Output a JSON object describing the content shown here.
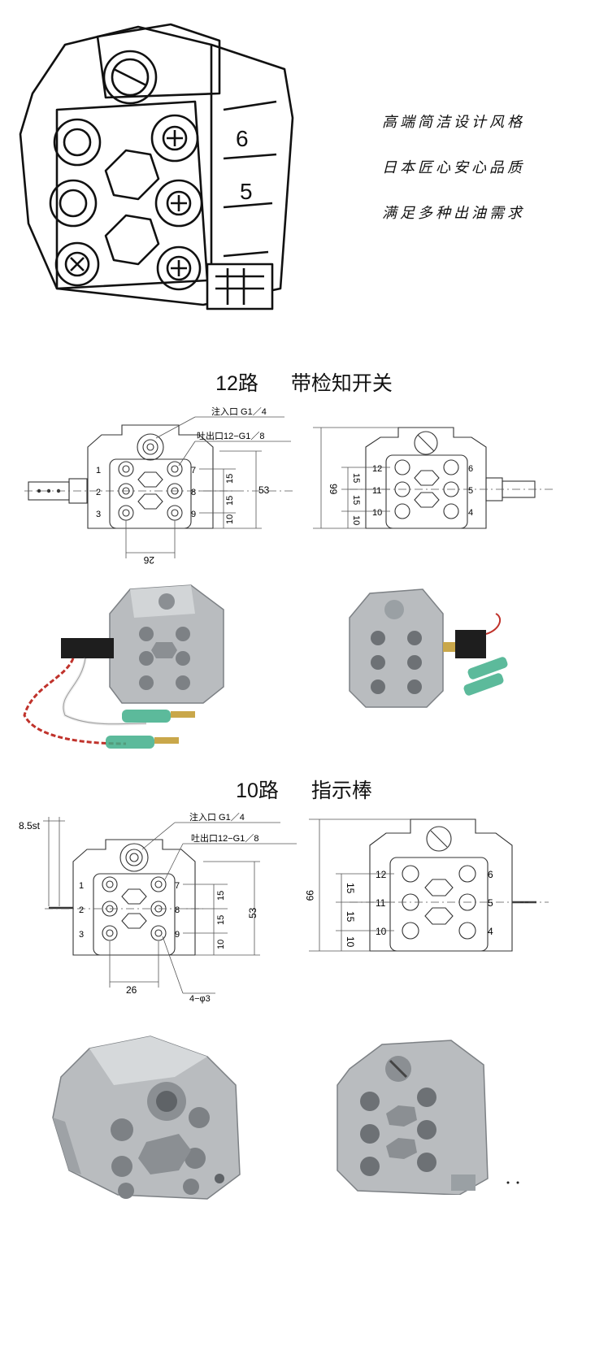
{
  "taglines": [
    "高端简洁设计风格",
    "日本匠心安心品质",
    "满足多种出油需求"
  ],
  "sections": [
    {
      "title_left": "12路",
      "title_right": "带检知开关",
      "front": {
        "inlet_label": "注入口 G1／4",
        "outlet_label": "吐出口12−G1／8",
        "port_numbers_left": [
          "1",
          "2",
          "3"
        ],
        "port_numbers_right": [
          "7",
          "8",
          "9"
        ],
        "dims_vertical": [
          "15",
          "15",
          "10"
        ],
        "dim_total": "53",
        "dim_bottom": "26"
      },
      "side": {
        "port_numbers_left": [
          "12",
          "11",
          "10"
        ],
        "port_numbers_right": [
          "6",
          "5",
          "4"
        ],
        "dim_height": "99",
        "dims_vertical": [
          "15",
          "15",
          "10"
        ]
      }
    },
    {
      "title_left": "10路",
      "title_right": "指示棒",
      "front": {
        "stroke_label": "8.5st",
        "inlet_label": "注入口 G1／4",
        "outlet_label": "吐出口12−G1／8",
        "port_numbers_left": [
          "1",
          "2",
          "3"
        ],
        "port_numbers_right": [
          "7",
          "8",
          "9"
        ],
        "dims_vertical": [
          "15",
          "15",
          "10"
        ],
        "dim_total": "53",
        "dim_bottom": "26",
        "hole_label": "4−φ3"
      },
      "side": {
        "port_numbers_left": [
          "12",
          "11",
          "10"
        ],
        "port_numbers_right": [
          "6",
          "5",
          "4"
        ],
        "dim_height": "99",
        "dims_vertical": [
          "15",
          "15",
          "10"
        ]
      }
    }
  ],
  "colors": {
    "metal": "#b9bcbf",
    "metal_dark": "#7d8185",
    "wire_red": "#c0322b",
    "connector": "#3fae8a"
  }
}
